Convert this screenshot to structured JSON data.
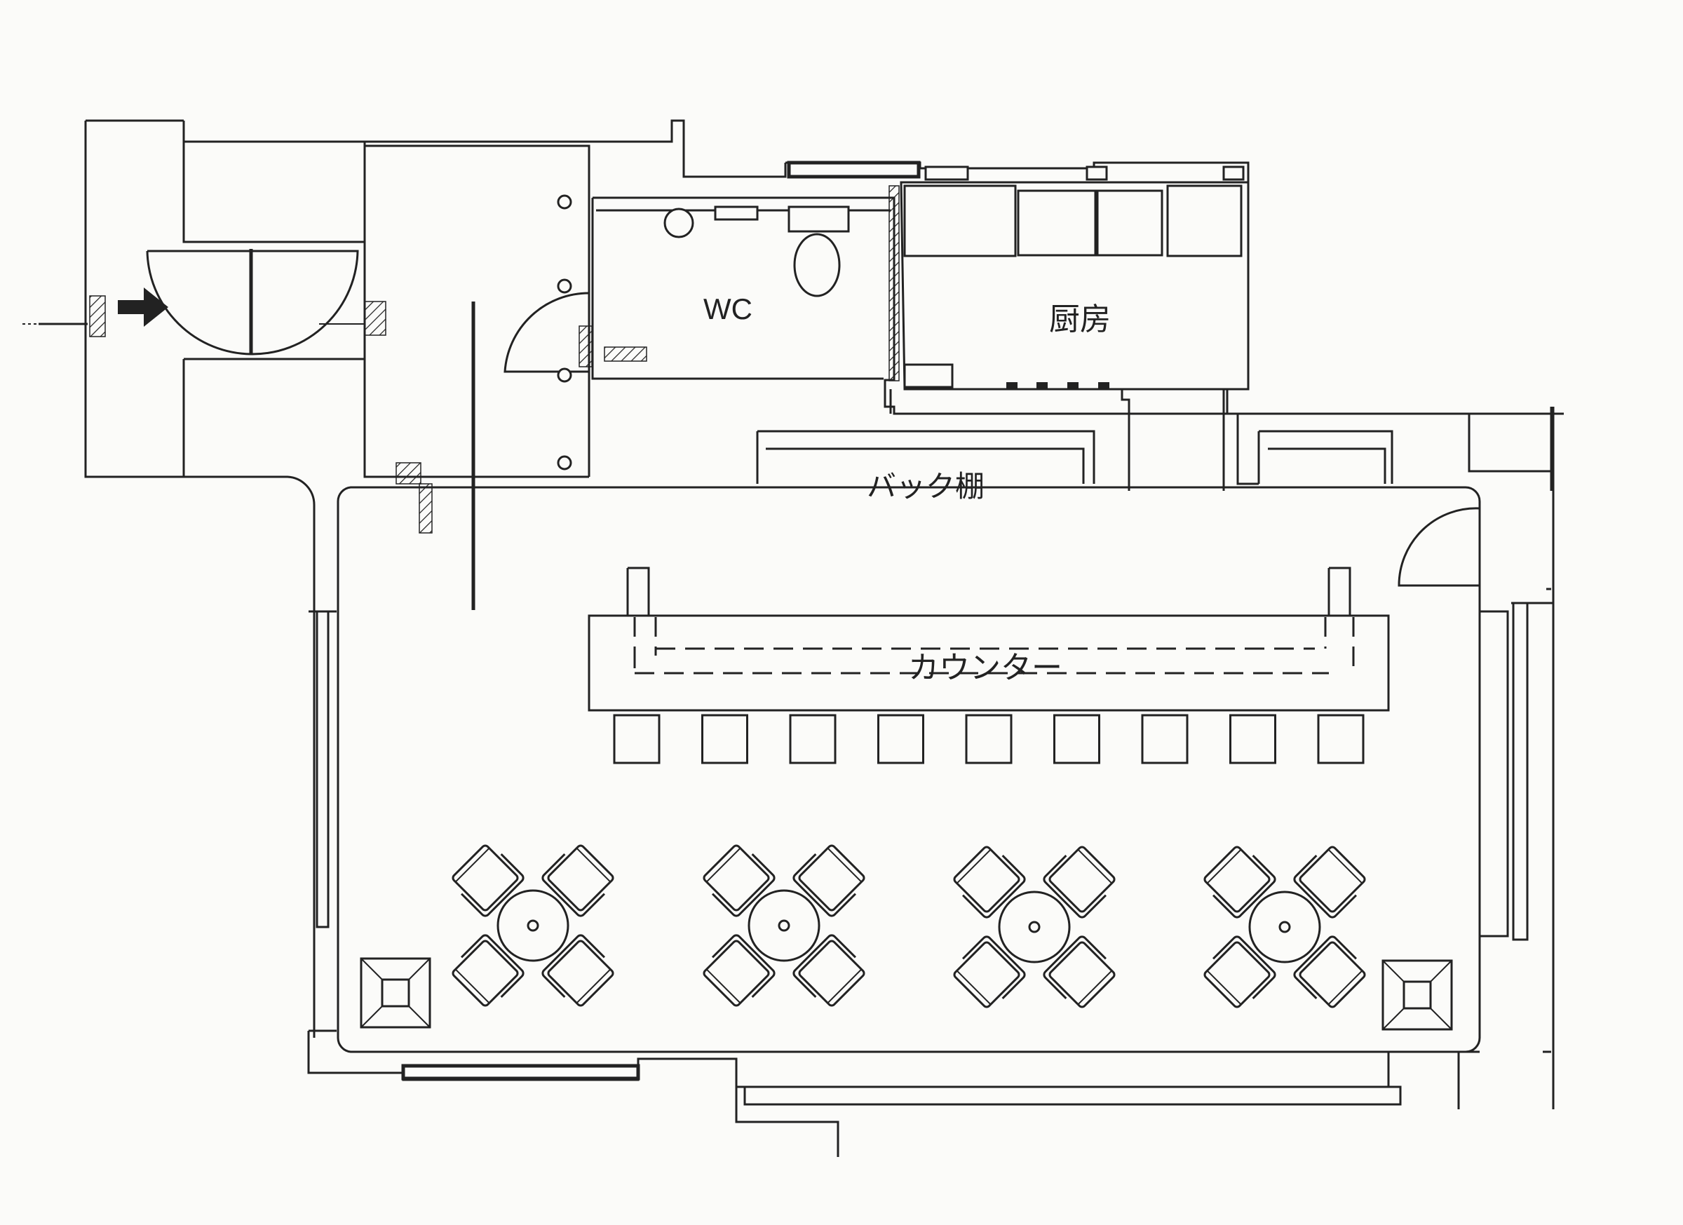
{
  "labels": {
    "wc": "WC",
    "kitchen": "厨房",
    "back_shelf": "バック棚",
    "counter": "カウンター"
  },
  "counter": {
    "stool_count": 9
  },
  "tables": {
    "count": 4,
    "chairs_per_table": 4
  },
  "colors": {
    "line": "#222222",
    "paper": "#fbfbf9"
  }
}
